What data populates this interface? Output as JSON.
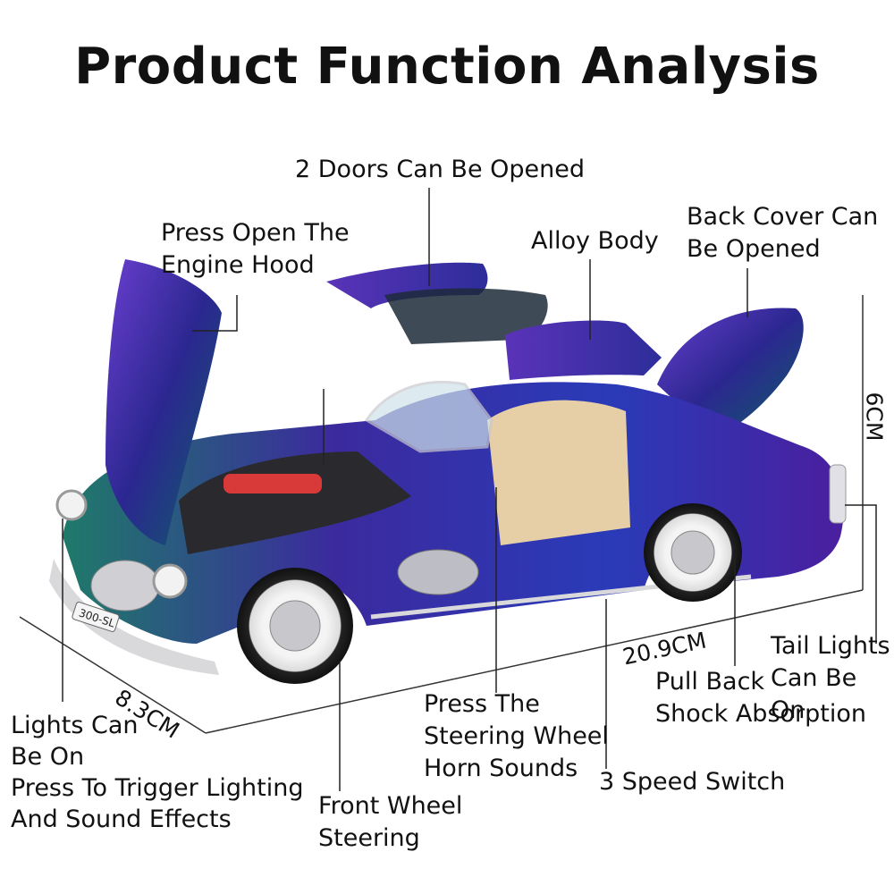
{
  "title": "Product Function Analysis",
  "callouts": {
    "doors": "2 Doors Can Be Opened",
    "hood": "Press Open The\nEngine Hood",
    "alloy": "Alloy Body",
    "back_cover": "Back Cover Can\nBe Opened",
    "tail_lights": "Tail Lights\nCan Be On",
    "pull_back": "Pull Back\nShock Absorption",
    "steering_wheel": "Press The\nSteering Wheel\nHorn Sounds",
    "speed_switch": "3 Speed Switch",
    "front_wheel": "Front Wheel\nSteering",
    "lights": "Lights Can\nBe On\nPress To Trigger Lighting\nAnd Sound Effects"
  },
  "dimensions": {
    "length": "20.9CM",
    "width": "8.3CM",
    "height": "6CM"
  },
  "plate_text": "300-SL",
  "colors": {
    "body_purple": "#3b2a9e",
    "body_green": "#1f7a6a",
    "interior_tan": "#e6cfa6",
    "chrome": "#d9d9dc",
    "line": "#222222"
  }
}
